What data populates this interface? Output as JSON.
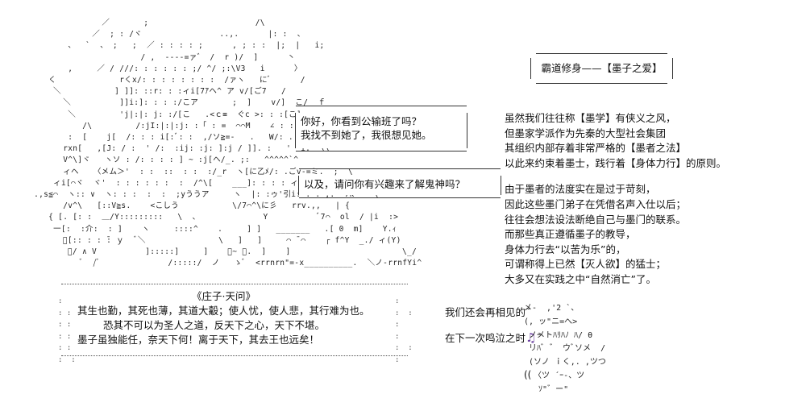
{
  "ascii_art_main": "                  ／       ;                      /\\\n                ／  ; : /ヾ                ..,.      |: :  、\n           、  `  、 ;   ;  ／ : : : : ;      , ; : :  |;  |   i;\n                          / ,  ----=ァ゛ /  r )/  ]      丶\n           ,     ／ / ///: : : : : : ;/ ^/ ;:\\V3   i      〉\n       く             rくx/: : : : : : : :  /ァヽ   にﾞ      /\n        ＼           ] ]]: ::r: : :ィi[7ｱヘ^ ア v/[ご7   /\n          ＼          ]]i:]: : : :/こア       ;  ]    v/]  こ/  ｆ\n           ＼         'j|:|: j: :/[こ   .<ｃ≡  ぐc >: : :[こ]\n              /\\         /:jI:|:|:j: :「 : =  ⌒⌒M    ∠ : : V>]\n           :  [    j[  /: : : i[:ﾞ: :  ,/ソ≧=-   .   W/: .  :V\n          rxn[   ,[J: / :  ' /:  :ij: :j: ]:j / ]]. :   '  i:  \\\\\n          V^\\]ヾ   ヽソ : /: : : : ] ~ :j[ヘ/_. ;:   ^^^^^`^\n          ィヘ   〈メム＞'  : :  ::  : :  :/_r  ヽ[に乙ﾒ/: .ごv-=ミ.  ;  \\\n        ィi[⌒ヾ  ヾ'  : : : : : :  :  /^\\[    ___]: : : : ィラ   ⌒v--⌒ミ ＼\n    .,s≦⌒  ヽ:: ∨  ヽ: : :  :  :  ;yううア     ヽ  |: :ゥ'引i: : : ;.  7k    \\\n          /v^\\   [::V≧s.    <こしう           \\/7⌒^\\に彡   rrv.,,   | {\n       { [. [: :  ＿/Y:::::::::   \\  、             Y          ﾞ7⌒  ol  / |i  :>\n        一[:  :介:  : ]    ヽ     ::::^    .     ] ]   _______   .[ 0  m]    Y.ｨ\n          ﾞ[:: : : ̄: ｙ  ﾞ＼               \\   ]   ]     ⌒ ̄ ⌒    ┌ f^Y  _./ ィ(Y)\n           ﾞ/ ∧ V          ]:::::]     ]    ﾞ~ 、.  ]    ]                       \\_/\n              ﾞ  /ﾞ              /:::::/  ノ   ゝﾞ  <rrnrn\"=-x__________.  ＼ノ-rrnfYi^",
  "bubble1": {
    "line1": "你好，你看到公输班了吗？",
    "line2": "我找不到她了，我很想见她。"
  },
  "bubble2": {
    "line1": "以及，请问你有兴趣来了解鬼神吗？"
  },
  "title": "霸道修身——【墨子之爱】",
  "essay": {
    "para1": [
      "虽然我们往往称【墨学】有侠义之风，",
      "但墨家学派作为先秦的大型社会集团",
      "其组织内部存着非常严格的【墨者之法】",
      "以此来约束着墨士，践行着【身体力行】的原则。"
    ],
    "para2": [
      "由于墨者的法度实在是过于苛刻，",
      "因此这些墨门弟子在凭借名声入仕以后；",
      "往往会想法设法断绝自己与墨门的联系。",
      "而那些真正遵循墨子的教导，",
      "身体力行去“以苦为乐”的，",
      "可谓称得上已然【灭人欲】的猛士；",
      "大多又在实践之中“自然消亡”了。"
    ]
  },
  "quote": {
    "source": "《庄子·天问》",
    "line1": "其生也勤，其死也薄，其道大觳；使人忧，使人悲，其行难为也。",
    "line2": "恐其不可以为圣人之道，反天下之心，天下不堪。",
    "line3": "墨子虽独能任，奈天下何！离于天下，其去王也远矣！"
  },
  "quote_dots_left": ":\n: :\n: :\n: :\n: :\n:  :",
  "quote_dots_right": ":\n:  :\n:\n:\n:  :\n:",
  "farewell": {
    "line1": "我们还会再相见的˜",
    "line2": "在下一次鸣泣之时",
    "note_icon": "music-note-icon",
    "tail": "˜"
  },
  "ascii_art_small": "メ-  ,'2 `、\n(, ッ\"ニ=へ>\n ノメトﾊﾘﾊﾉ ﾊ/ θ\n リﾊﾞ ゛ ウﾞソメ  /\n (ソノ ｉく,. ,ツつ\n  〈ツ ´ｰ-、ツ\n   ｿ\"゛ー\"\n",
  "ascii_art_small_mark": "((",
  "colors": {
    "note": "#6b3fa0",
    "ink": "#111111"
  }
}
